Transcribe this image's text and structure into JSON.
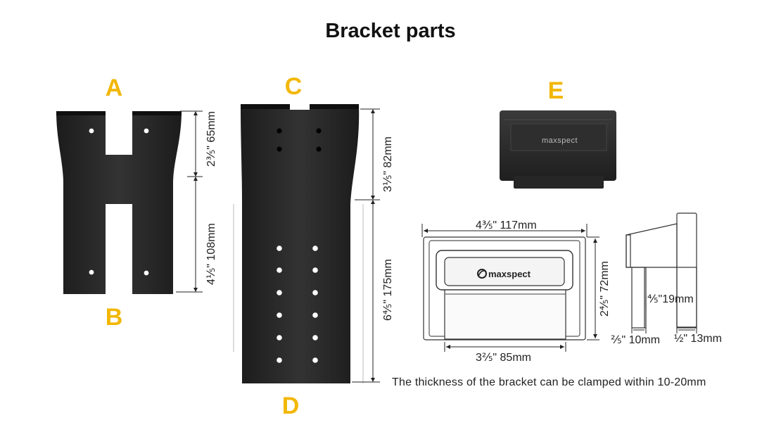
{
  "title": "Bracket parts",
  "accent_color": "#f2b705",
  "part_color": "#2a2a2a",
  "letters": {
    "a": "A",
    "b": "B",
    "c": "C",
    "d": "D",
    "e": "E"
  },
  "dimensions": {
    "ab_top": "2⅗\" 65mm",
    "ab_bottom": "4⅕\" 108mm",
    "cd_top": "3⅕\" 82mm",
    "cd_bottom": "6⅘\" 175mm",
    "e_width": "4⅗\" 117mm",
    "e_height": "2⅘\" 72mm",
    "e_inner_width": "3⅖\" 85mm",
    "e_side_inner": "⅘\"19mm",
    "e_side_left": "⅖\" 10mm",
    "e_side_right": "½\" 13mm"
  },
  "brand_logo_text": "maxspect",
  "note": "The thickness of the bracket can be clamped within 10-20mm"
}
